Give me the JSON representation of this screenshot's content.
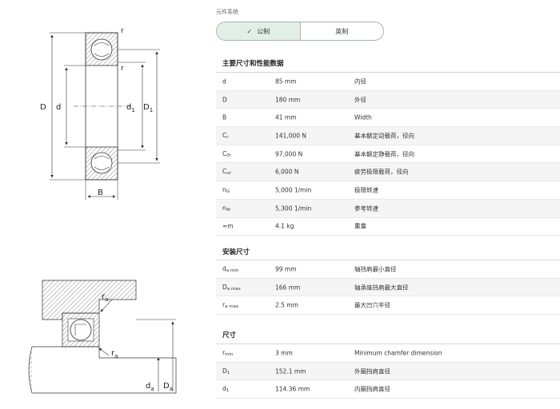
{
  "unit_system": {
    "label": "元件系统",
    "options": [
      {
        "label": "公制",
        "active": true
      },
      {
        "label": "英制",
        "active": false
      }
    ]
  },
  "sections": [
    {
      "title": "主要尺寸和性能数据",
      "rows": [
        {
          "sym": "d",
          "sub": "",
          "value": "85 mm",
          "desc": "内径"
        },
        {
          "sym": "D",
          "sub": "",
          "value": "180 mm",
          "desc": "外径"
        },
        {
          "sym": "B",
          "sub": "",
          "value": "41 mm",
          "desc": "Width"
        },
        {
          "sym": "C",
          "sub": "r",
          "value": "141,000 N",
          "desc": "基本额定动载荷，径向"
        },
        {
          "sym": "C",
          "sub": "0r",
          "value": "97,000 N",
          "desc": "基本额定静载荷，径向"
        },
        {
          "sym": "C",
          "sub": "ur",
          "value": "6,000 N",
          "desc": "疲劳极限载荷，径向"
        },
        {
          "sym": "n",
          "sub": "G",
          "value": "5,000 1/min",
          "desc": "极限转速"
        },
        {
          "sym": "n",
          "sub": "ϑr",
          "value": "5,300 1/min",
          "desc": "参考转速"
        },
        {
          "sym": "≈m",
          "sub": "",
          "value": "4.1 kg",
          "desc": "重量"
        }
      ]
    },
    {
      "title": "安装尺寸",
      "rows": [
        {
          "sym": "d",
          "sub": "a min",
          "value": "99 mm",
          "desc": "轴挡肩最小直径"
        },
        {
          "sym": "D",
          "sub": "a max",
          "value": "166 mm",
          "desc": "轴承座挡肩最大直径"
        },
        {
          "sym": "r",
          "sub": "a max",
          "value": "2.5 mm",
          "desc": "最大凹穴半径"
        }
      ]
    },
    {
      "title": "尺寸",
      "rows": [
        {
          "sym": "r",
          "sub": "min",
          "value": "3 mm",
          "desc": "Minimum chamfer dimension"
        },
        {
          "sym": "D",
          "sub": "1",
          "value": "152.1 mm",
          "desc": "外圈挡肩直径"
        },
        {
          "sym": "d",
          "sub": "1",
          "value": "114.36 mm",
          "desc": "内圈挡肩直径"
        }
      ]
    }
  ],
  "drawing": {
    "top_labels": {
      "D": "D",
      "d": "d",
      "d1": "d",
      "d1_sub": "1",
      "D1": "D",
      "D1_sub": "1",
      "B": "B",
      "r_top": "r",
      "r_mid": "r"
    },
    "bottom_labels": {
      "ra_top": "r",
      "ra_top_sub": "a",
      "ra_bot": "r",
      "ra_bot_sub": "a",
      "da": "d",
      "da_sub": "a",
      "Da": "D",
      "Da_sub": "a"
    }
  }
}
